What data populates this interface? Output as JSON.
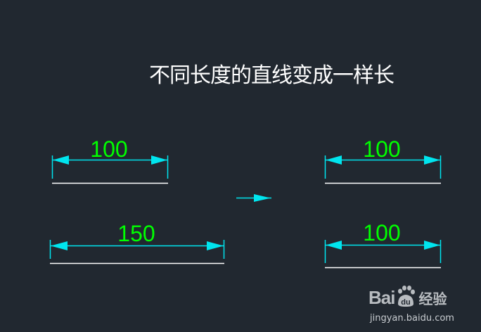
{
  "title": "不同长度的直线变成一样长",
  "colors": {
    "background": "#212830",
    "title": "#ffffff",
    "dimension_text": "#00ff00",
    "dimension_line": "#00e5ee",
    "object_line": "#ffffff",
    "watermark": "#b8bcc0"
  },
  "dimensions": {
    "top_left": {
      "label": "100"
    },
    "bottom_left": {
      "label": "150"
    },
    "top_right": {
      "label": "100"
    },
    "bottom_right": {
      "label": "100"
    }
  },
  "arrow": {
    "direction": "right"
  },
  "watermark": {
    "brand_left": "Bai",
    "brand_mid": "du",
    "brand_cn": "经验",
    "url": "jingyan.baidu.com"
  }
}
